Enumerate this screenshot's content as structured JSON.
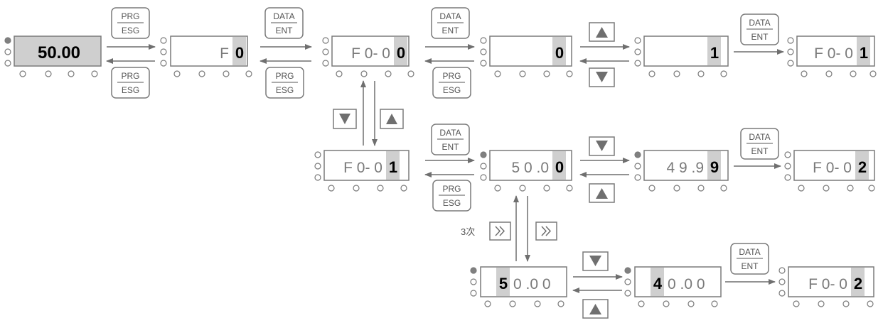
{
  "colors": {
    "line": "#7a7a7a",
    "arrow": "#6f6f6f",
    "highlight": "#cfcfcf",
    "digit_dim": "#7a7a7a",
    "digit_active": "#000000",
    "led_on": "#808080"
  },
  "keys": {
    "prg_top": "PRG",
    "prg_bottom": "ESG",
    "data_top": "DATA",
    "data_bottom": "ENT",
    "up_icon": "triangle-up",
    "down_icon": "triangle-down",
    "shift_icon": "double-chevron-right"
  },
  "displays": {
    "d1": "50.00",
    "d2": {
      "dim": "F",
      "active": "0"
    },
    "d3": {
      "dim": "F 0- 0",
      "active": "0"
    },
    "d4": {
      "dim": "",
      "active": "0"
    },
    "d5": {
      "dim": "",
      "active": "1"
    },
    "d6": {
      "dim": "F 0- 0",
      "active": "1"
    },
    "d7": {
      "dim": "F 0- 0",
      "active": "1"
    },
    "d8": {
      "dim": "5 0 .0",
      "active": "0"
    },
    "d9": {
      "dim": "4 9 .9",
      "active": "9"
    },
    "d10": {
      "dim": "F 0- 0",
      "active": "2"
    },
    "d11": {
      "active": "5",
      "dim": "0 .0 0"
    },
    "d12": {
      "active": "4",
      "dim": "0 .0 0"
    },
    "d13": {
      "dim": "F 0- 0",
      "active": "2"
    }
  },
  "notes": {
    "shift_times": "3次"
  }
}
